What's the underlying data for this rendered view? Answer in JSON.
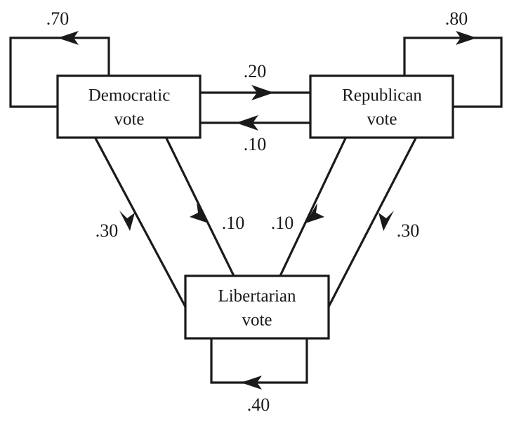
{
  "diagram": {
    "type": "path-diagram",
    "title": "",
    "background_color": "#ffffff",
    "line_color": "#1a1a1a",
    "nodes": [
      {
        "id": "democratic",
        "label_line1": "Democratic",
        "label_line2": "vote"
      },
      {
        "id": "republican",
        "label_line1": "Republican",
        "label_line2": "vote"
      },
      {
        "id": "libertarian",
        "label_line1": "Libertarian",
        "label_line2": "vote"
      }
    ],
    "edges": [
      {
        "id": "dem-self",
        "from": "democratic",
        "to": "democratic",
        "label": ".70"
      },
      {
        "id": "rep-self",
        "from": "republican",
        "to": "republican",
        "label": ".80"
      },
      {
        "id": "lib-self",
        "from": "libertarian",
        "to": "libertarian",
        "label": ".40"
      },
      {
        "id": "dem-to-rep",
        "from": "democratic",
        "to": "republican",
        "label": ".20"
      },
      {
        "id": "rep-to-dem",
        "from": "republican",
        "to": "democratic",
        "label": ".10"
      },
      {
        "id": "dem-to-lib",
        "from": "democratic",
        "to": "libertarian",
        "label": ".10"
      },
      {
        "id": "rep-to-lib",
        "from": "republican",
        "to": "libertarian",
        "label": ".10"
      },
      {
        "id": "lib-to-dem",
        "from": "libertarian",
        "to": "democratic",
        "label": ".30"
      },
      {
        "id": "lib-to-rep",
        "from": "libertarian",
        "to": "republican",
        "label": ".30"
      }
    ]
  }
}
